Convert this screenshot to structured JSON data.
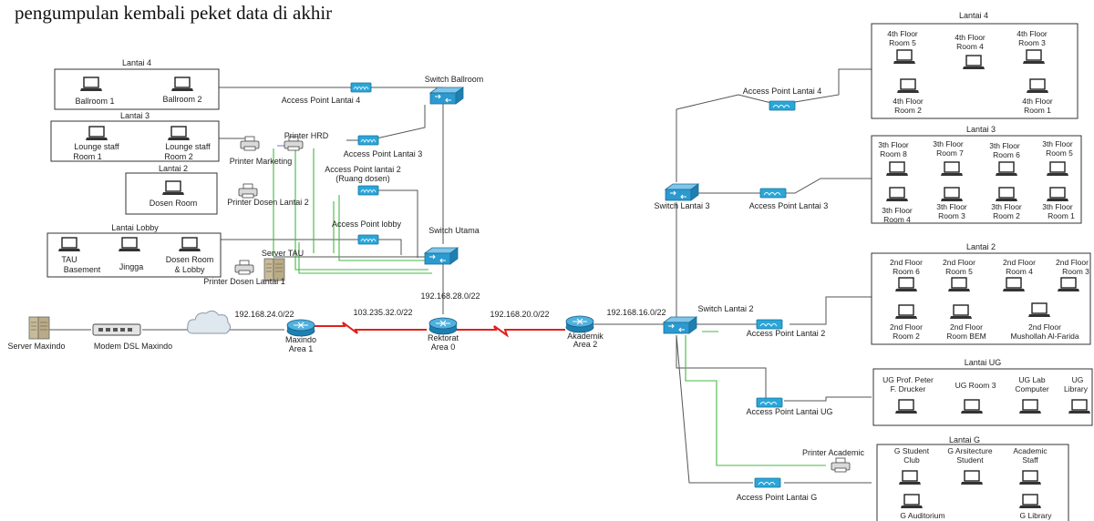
{
  "caption": "pengumpulan kembali peket data di akhir",
  "colors": {
    "lan_link": "#43b843",
    "wan_link": "#e0201a",
    "device_blue": "#2aa6d8"
  },
  "left": {
    "lantai4": {
      "title": "Lantai 4",
      "rooms": [
        [
          "Ballroom 1"
        ],
        [
          "Ballroom 2"
        ]
      ]
    },
    "lantai3": {
      "title": "Lantai 3",
      "rooms": [
        [
          "Lounge staff",
          "Room 1"
        ],
        [
          "Lounge staff",
          "Room 2"
        ]
      ]
    },
    "lantai2": {
      "title": "Lantai 2",
      "rooms": [
        [
          "Dosen Room"
        ]
      ]
    },
    "lobby": {
      "title": "Lantai Lobby",
      "rooms": [
        [
          "TAU",
          "Basement"
        ],
        [
          "Jingga"
        ],
        [
          "Dosen Room",
          "& Lobby"
        ]
      ]
    },
    "ap4": "Access Point Lantai 4",
    "ap3": "Access Point Lantai 3",
    "ap2": [
      "Access Point lantai 2",
      "(Ruang dosen)"
    ],
    "aplobby": "Access Point lobby",
    "switch_ballroom": "Switch Ballroom",
    "switch_utama": "Switch Utama",
    "printer_hrd": "Printer HRD",
    "printer_marketing": "Printer Marketing",
    "printer_dosen2": "Printer Dosen Lantai 2",
    "printer_dosen1": "Printer Dosen Lantai 1",
    "server_tau": "Server TAU"
  },
  "wan": {
    "server_maxindo": "Server Maxindo",
    "modem": "Modem DSL Maxindo",
    "net1": "192.168.24.0/22",
    "net2": "103.235.32.0/22",
    "net3": "192.168.28.0/22",
    "net4": "192.168.20.0/22",
    "net5": "192.168.16.0/22",
    "router1": [
      "Maxindo",
      "Area 1"
    ],
    "router2": [
      "Rektorat",
      "Area 0"
    ],
    "router3": [
      "Akademik",
      "Area 2"
    ]
  },
  "right": {
    "ap4": "Access Point Lantai 4",
    "ap3": "Access Point Lantai 3",
    "ap2": "Access Point Lantai 2",
    "apug": "Access Point Lantai UG",
    "apg": "Access Point Lantai G",
    "switch3": "Switch Lantai 3",
    "switch2": "Switch Lantai 2",
    "printer_academic": "Printer Academic",
    "lantai4": {
      "title": "Lantai 4",
      "rooms": [
        [
          "4th Floor",
          "Room 5"
        ],
        [
          "4th Floor",
          "Room 4"
        ],
        [
          "4th Floor",
          "Room 3"
        ],
        [
          "4th Floor",
          "Room 2"
        ],
        [
          "4th Floor",
          "Room 1"
        ]
      ]
    },
    "lantai3": {
      "title": "Lantai 3",
      "rooms": [
        [
          "3th Floor",
          "Room 8"
        ],
        [
          "3th Floor",
          "Room 7"
        ],
        [
          "3th Floor",
          "Room 6"
        ],
        [
          "3th Floor",
          "Room 5"
        ],
        [
          "3th Floor",
          "Room 4"
        ],
        [
          "3th Floor",
          "Room 3"
        ],
        [
          "3th Floor",
          "Room 2"
        ],
        [
          "3th Floor",
          "Room 1"
        ]
      ]
    },
    "lantai2": {
      "title": "Lantai 2",
      "rooms": [
        [
          "2nd Floor",
          "Room 6"
        ],
        [
          "2nd Floor",
          "Room 5"
        ],
        [
          "2nd Floor",
          "Room 4"
        ],
        [
          "2nd Floor",
          "Room 3"
        ],
        [
          "2nd Floor",
          "Room 2"
        ],
        [
          "2nd Floor",
          "Room BEM"
        ],
        [
          "2nd Floor",
          "Mushollah Al-Farida"
        ]
      ]
    },
    "lantaiug": {
      "title": "Lantai UG",
      "rooms": [
        [
          "UG Prof. Peter",
          "F. Drucker"
        ],
        [
          "UG Room 3"
        ],
        [
          "UG Lab",
          "Computer"
        ],
        [
          "UG",
          "Library"
        ]
      ]
    },
    "lantaig": {
      "title": "Lantai G",
      "rooms": [
        [
          "G Student",
          "Club"
        ],
        [
          "G Arsitecture",
          "Student"
        ],
        [
          "Academic",
          "Staff"
        ],
        [
          "G Auditorium"
        ],
        [
          "G Library"
        ]
      ]
    }
  }
}
